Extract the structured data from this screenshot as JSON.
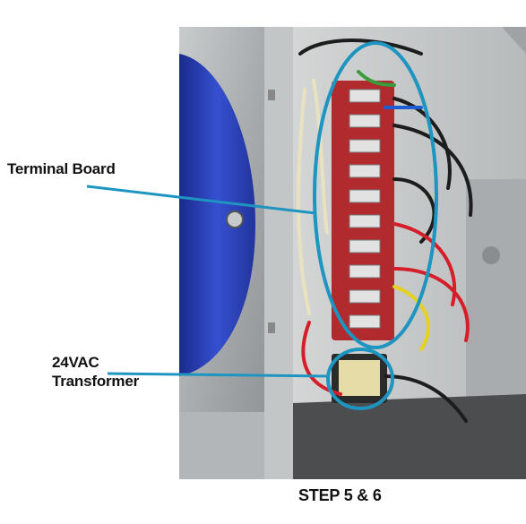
{
  "labels": {
    "terminal_board": "Terminal Board",
    "transformer_line1": "24VAC",
    "transformer_line2": "Transformer"
  },
  "caption": "STEP 5 & 6",
  "colors": {
    "callout": "#1e95c0",
    "blower_housing": "#2a3fb0",
    "cabinet_metal": "#a8acae",
    "terminal_board": "#b02a2e"
  }
}
